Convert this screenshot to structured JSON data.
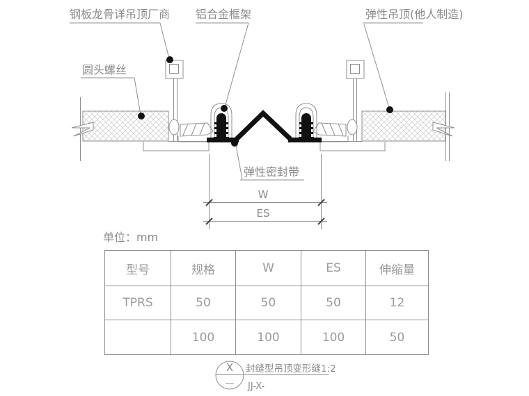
{
  "drawing": {
    "labels": {
      "steel_keel": "钢板龙骨详吊顶厂商",
      "aluminum_frame": "铝合金框架",
      "elastic_ceiling": "弹性吊顶(他人制造)",
      "round_head_screw": "圆头螺丝",
      "elastic_seal_strip": "弹性密封带"
    },
    "dimensions": {
      "w": "W",
      "es": "ES"
    }
  },
  "units_label": "单位：mm",
  "table": {
    "headers": [
      "型号",
      "规格",
      "W",
      "ES",
      "伸缩量"
    ],
    "rows": [
      [
        "TPRS",
        "50",
        "50",
        "50",
        "12"
      ],
      [
        "",
        "100",
        "100",
        "100",
        "50"
      ]
    ]
  },
  "title_block": {
    "detail_mark_top": "X",
    "detail_mark_bottom": "—",
    "title": "封缝型吊顶变形缝1:2",
    "code": "JJ-X-"
  },
  "colors": {
    "line_gray": "#8f8f8f",
    "hatch_gray": "#bdbdbd",
    "text_gray": "#8a8a8a",
    "black_ink": "#111111"
  }
}
